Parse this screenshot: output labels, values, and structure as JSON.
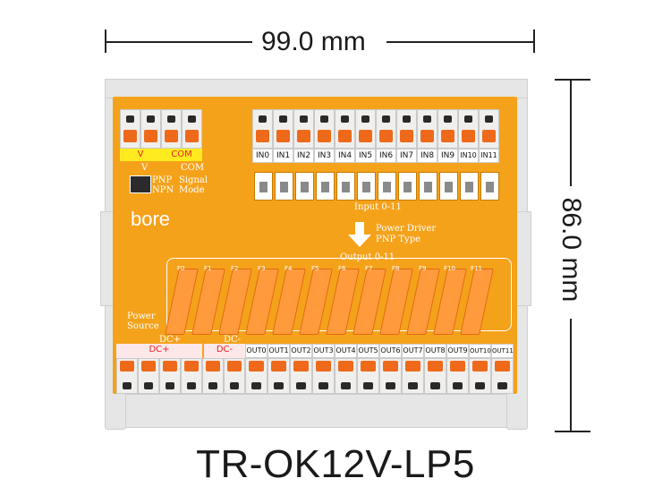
{
  "dimensions": {
    "width_label": "99.0 mm",
    "height_label": "86.0 mm"
  },
  "product": {
    "model": "TR-OK12V-LP5",
    "brand": "bore"
  },
  "board": {
    "power_labels": [
      "V",
      "COM"
    ],
    "power_silk": [
      "V",
      "COM"
    ],
    "mode_labels": [
      "PNP",
      "NPN"
    ],
    "mode_title": "Signal\nMode",
    "input_labels": [
      "IN0",
      "IN1",
      "IN2",
      "IN3",
      "IN4",
      "IN5",
      "IN6",
      "IN7",
      "IN8",
      "IN9",
      "IN10",
      "IN11"
    ],
    "input_group": "Input 0-11",
    "driver_text": "Power Driver\nPNP Type",
    "output_group": "Output 0-11",
    "fuse_labels": [
      "F0",
      "F1",
      "F2",
      "F3",
      "F4",
      "F5",
      "F6",
      "F7",
      "F8",
      "F9",
      "F10",
      "F11"
    ],
    "power_source": "Power\nSource",
    "dc_labels": [
      "DC+",
      "DC-"
    ],
    "output_labels": [
      "OUT0",
      "OUT1",
      "OUT2",
      "OUT3",
      "OUT4",
      "OUT5",
      "OUT6",
      "OUT7",
      "OUT8",
      "OUT9",
      "OUT10",
      "OUT11"
    ]
  },
  "colors": {
    "board": "#f5a21b",
    "lever": "#ee6a1a",
    "label_yellow": "#ffeb1f",
    "label_red": "#e8242a"
  }
}
